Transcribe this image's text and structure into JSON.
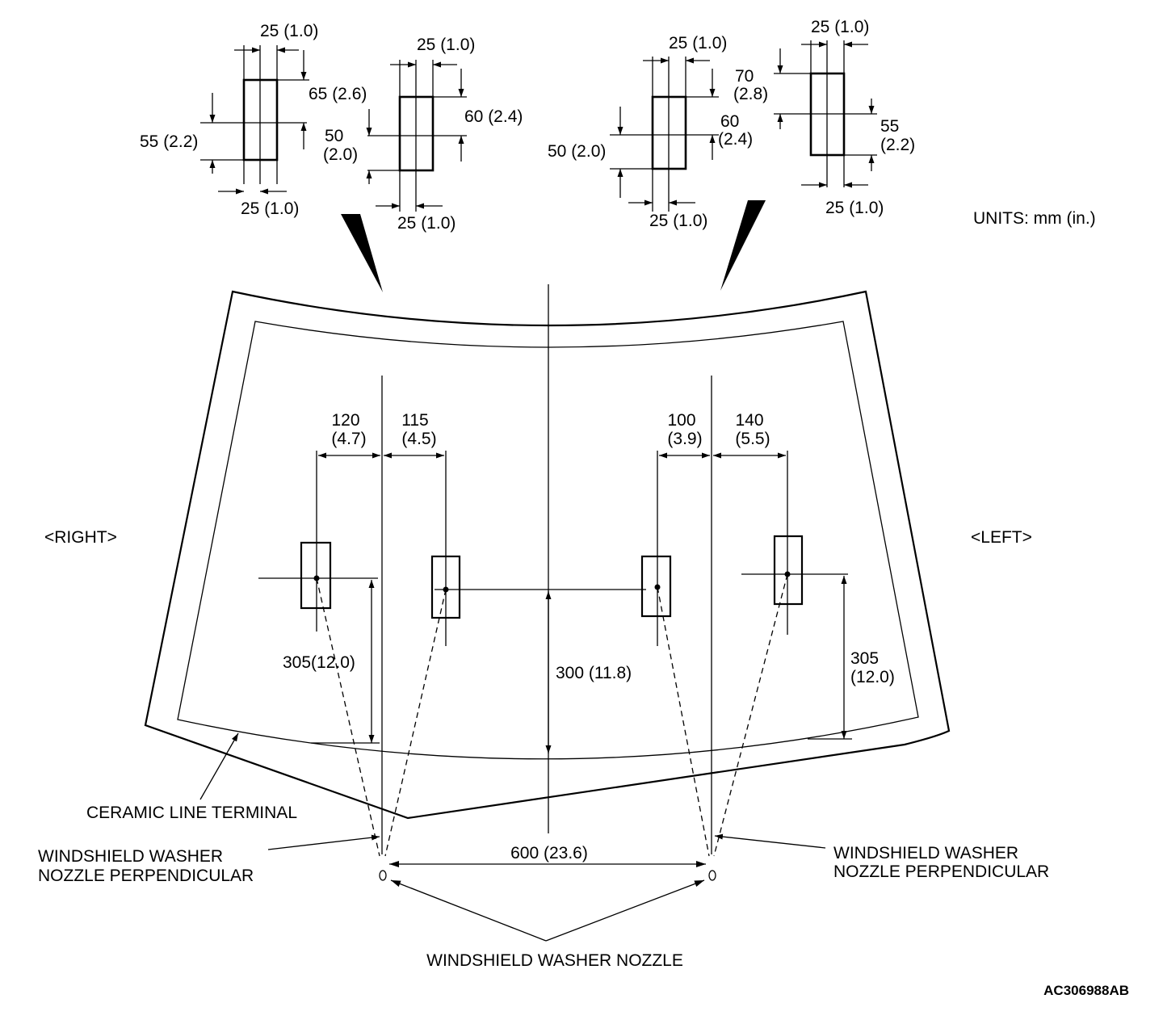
{
  "units": "UNITS: mm (in.)",
  "side_right": "<RIGHT>",
  "side_left": "<LEFT>",
  "figure_code": "AC306988AB",
  "labels": {
    "ceramic_line_terminal": "CERAMIC LINE TERMINAL",
    "nozzle_perpendicular_line1": "WINDSHIELD WASHER",
    "nozzle_perpendicular_line2": "NOZZLE PERPENDICULAR",
    "washer_nozzle": "WINDSHIELD WASHER NOZZLE"
  },
  "dimensions": {
    "d25": "25 (1.0)",
    "d65": "65 (2.6)",
    "d55": "55 (2.2)",
    "d60": "60 (2.4)",
    "d50": "50 (2.0)",
    "d50_top": "50",
    "d50_bottom": "(2.0)",
    "d60_top": "60",
    "d60_bottom": "(2.4)",
    "d70_top": "70",
    "d70_bottom": "(2.8)",
    "d55_top": "55",
    "d55_bottom": "(2.2)",
    "d120_top": "120",
    "d120_bottom": "(4.7)",
    "d115_top": "115",
    "d115_bottom": "(4.5)",
    "d100_top": "100",
    "d100_bottom": "(3.9)",
    "d140_top": "140",
    "d140_bottom": "(5.5)",
    "d305_right": "305(12.0)",
    "d305_top": "305",
    "d305_bottom": "(12.0)",
    "d300": "300 (11.8)",
    "d600": "600 (23.6)"
  }
}
